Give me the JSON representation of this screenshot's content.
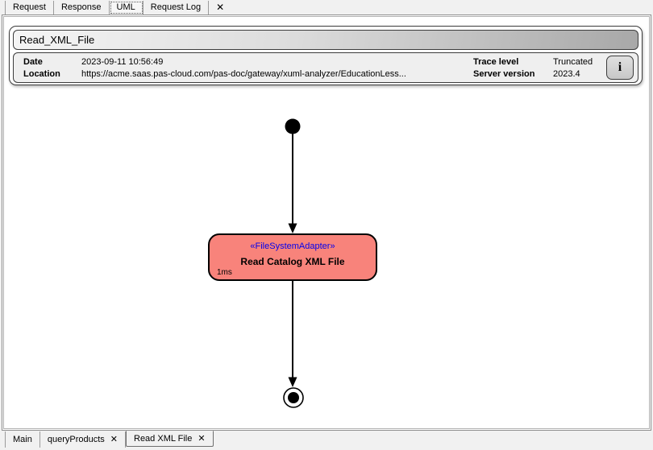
{
  "icons": {
    "close": "✕",
    "info": "i"
  },
  "top_tabs": {
    "tabs": [
      {
        "label": "Request"
      },
      {
        "label": "Response"
      },
      {
        "label": "UML"
      },
      {
        "label": "Request Log"
      }
    ]
  },
  "header": {
    "title": "Read_XML_File",
    "info": {
      "date_label": "Date",
      "date_value": "2023-09-11 10:56:49",
      "location_label": "Location",
      "location_value": "https://acme.saas.pas-cloud.com/pas-doc/gateway/xuml-analyzer/EducationLess...",
      "trace_label": "Trace level",
      "trace_value": "Truncated",
      "server_label": "Server version",
      "server_value": "2023.4"
    }
  },
  "diagram": {
    "stereotype": "«FileSystemAdapter»",
    "activity_name": "Read Catalog XML File",
    "duration": "1ms",
    "activity_fill": "#f8837b",
    "stereotype_color": "#0000ee"
  },
  "bottom_tabs": {
    "tabs": [
      {
        "label": "Main"
      },
      {
        "label": "queryProducts"
      },
      {
        "label": "Read XML File"
      }
    ]
  }
}
